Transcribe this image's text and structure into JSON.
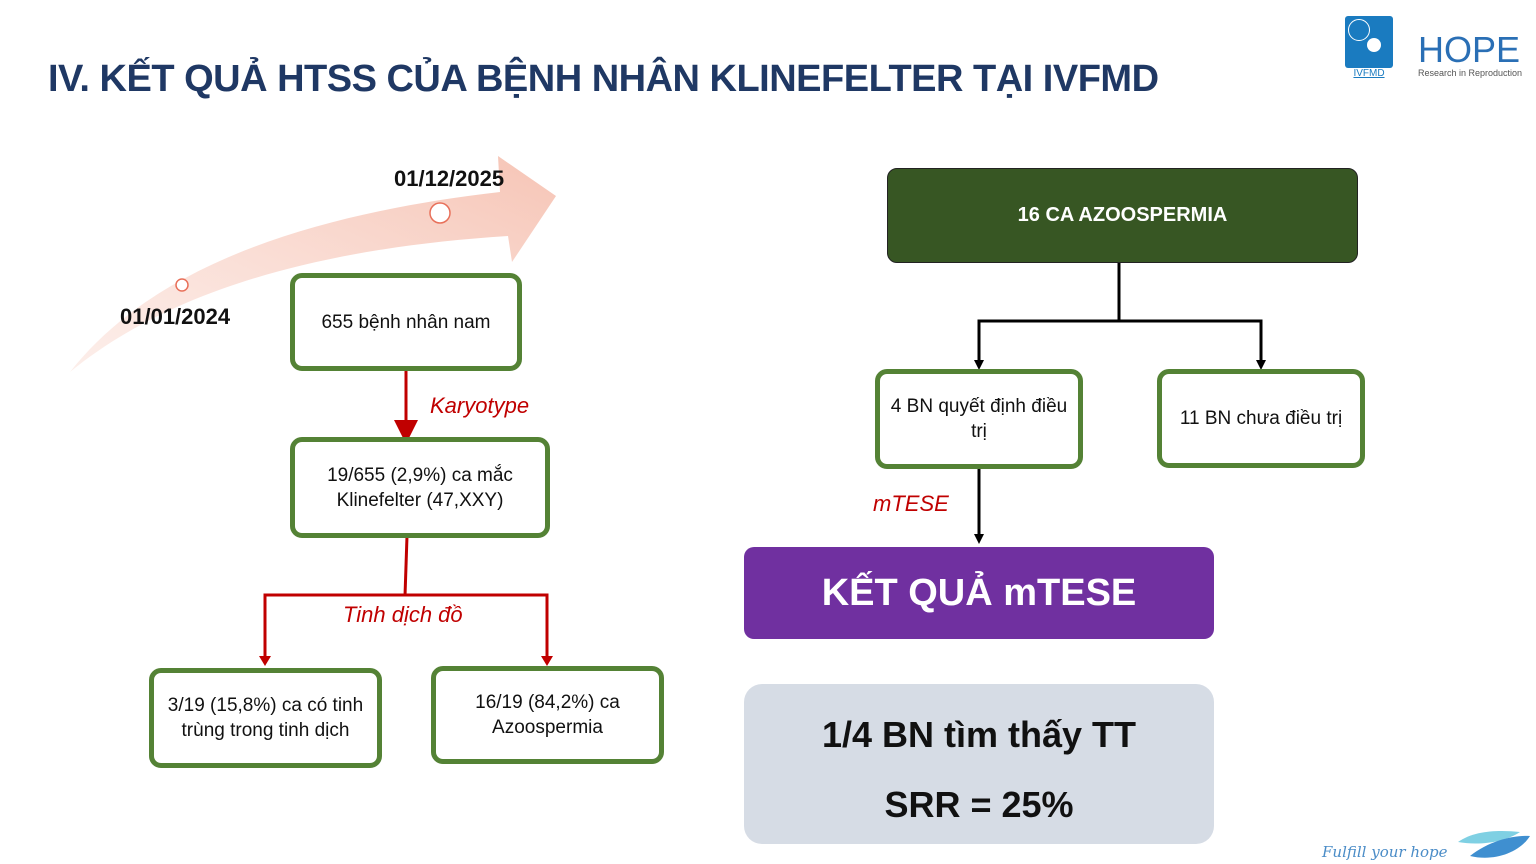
{
  "title": "IV. KẾT QUẢ HTSS CỦA BỆNH NHÂN KLINEFELTER TẠI IVFMD",
  "logos": {
    "ivfmd": "IVFMD",
    "hope": "HOPE",
    "hope_tagline": "Research in Reproduction"
  },
  "timeline": {
    "start_date": "01/01/2024",
    "end_date": "01/12/2025"
  },
  "left_flow": {
    "patients": "655 bệnh nhân nam",
    "karyotype_label": "Karyotype",
    "klinefelter": "19/655 (2,9%) ca mắc Klinefelter (47,XXY)",
    "semen_label": "Tinh dịch đồ",
    "with_sperm": "3/19 (15,8%) ca có tinh trùng trong tinh dịch",
    "azoospermia": "16/19 (84,2%) ca Azoospermia"
  },
  "right_flow": {
    "header": "16 CA AZOOSPERMIA",
    "treated": "4 BN quyết định điều trị",
    "untreated": "11 BN chưa điều trị",
    "mtese_label": "mTESE",
    "result_title": "KẾT QUẢ mTESE",
    "result_line1": "1/4 BN tìm thấy TT",
    "result_line2": "SRR = 25%"
  },
  "footer": {
    "slogan": "Fulfill your hope"
  }
}
